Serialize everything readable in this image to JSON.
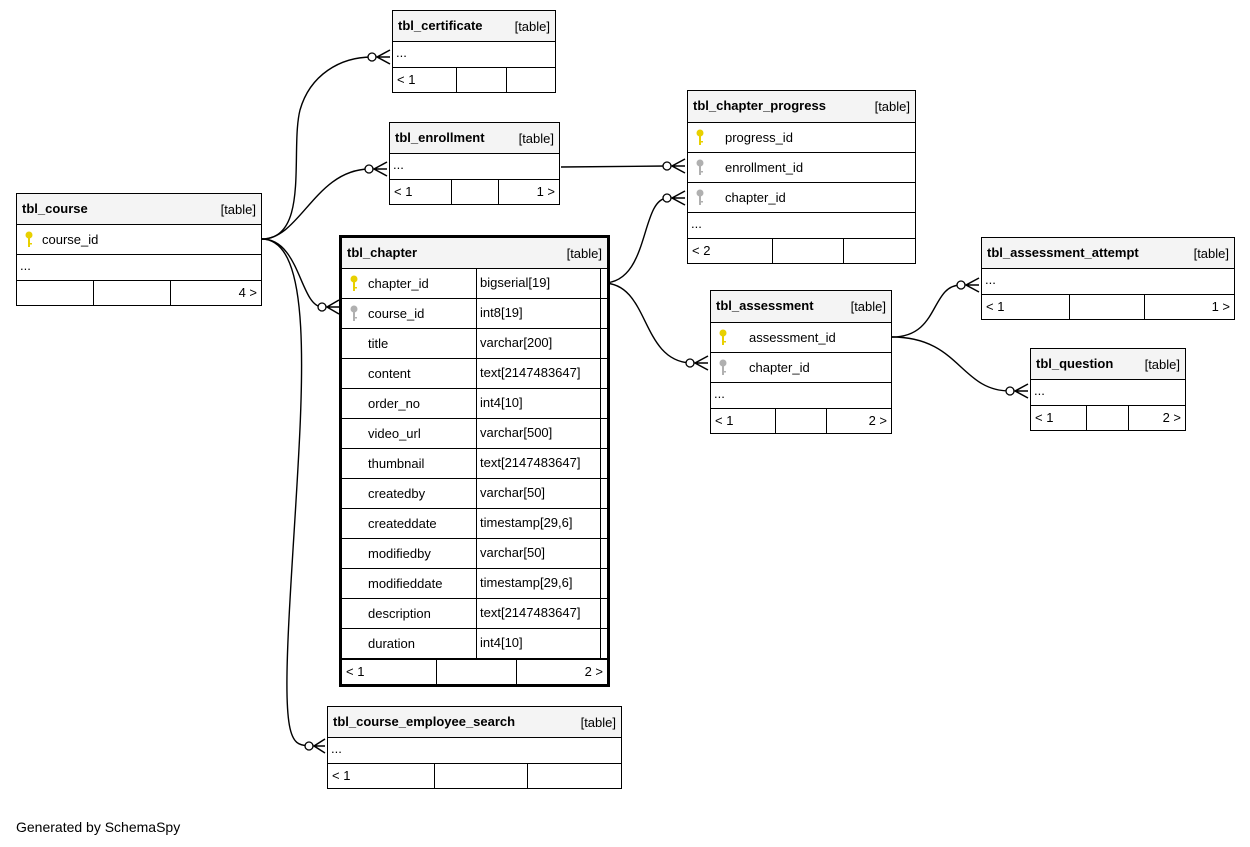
{
  "footer_text": "Generated by SchemaSpy",
  "colors": {
    "pk_key": "#e8d000",
    "fk_key": "#b0b0b0",
    "header_bg": "#f4f4f4"
  },
  "tables": {
    "tbl_certificate": {
      "name": "tbl_certificate",
      "type": "[table]",
      "ellipsis": "...",
      "foot": [
        "< 1",
        "",
        ""
      ]
    },
    "tbl_enrollment": {
      "name": "tbl_enrollment",
      "type": "[table]",
      "ellipsis": "...",
      "foot": [
        "< 1",
        "",
        "1 >"
      ]
    },
    "tbl_course": {
      "name": "tbl_course",
      "type": "[table]",
      "columns": [
        {
          "name": "course_id",
          "key": "pk"
        }
      ],
      "ellipsis": "...",
      "foot": [
        "",
        "",
        "4 >"
      ]
    },
    "tbl_chapter": {
      "name": "tbl_chapter",
      "type": "[table]",
      "columns": [
        {
          "name": "chapter_id",
          "type": "bigserial[19]",
          "key": "pk"
        },
        {
          "name": "course_id",
          "type": "int8[19]",
          "key": "fk"
        },
        {
          "name": "title",
          "type": "varchar[200]"
        },
        {
          "name": "content",
          "type": "text[2147483647]"
        },
        {
          "name": "order_no",
          "type": "int4[10]"
        },
        {
          "name": "video_url",
          "type": "varchar[500]"
        },
        {
          "name": "thumbnail",
          "type": "text[2147483647]"
        },
        {
          "name": "createdby",
          "type": "varchar[50]"
        },
        {
          "name": "createddate",
          "type": "timestamp[29,6]"
        },
        {
          "name": "modifiedby",
          "type": "varchar[50]"
        },
        {
          "name": "modifieddate",
          "type": "timestamp[29,6]"
        },
        {
          "name": "description",
          "type": "text[2147483647]"
        },
        {
          "name": "duration",
          "type": "int4[10]"
        }
      ],
      "foot": [
        "< 1",
        "",
        "2 >"
      ]
    },
    "tbl_chapter_progress": {
      "name": "tbl_chapter_progress",
      "type": "[table]",
      "columns": [
        {
          "name": "progress_id",
          "key": "pk"
        },
        {
          "name": "enrollment_id",
          "key": "fk"
        },
        {
          "name": "chapter_id",
          "key": "fk"
        }
      ],
      "ellipsis": "...",
      "foot": [
        "< 2",
        "",
        ""
      ]
    },
    "tbl_assessment": {
      "name": "tbl_assessment",
      "type": "[table]",
      "columns": [
        {
          "name": "assessment_id",
          "key": "pk"
        },
        {
          "name": "chapter_id",
          "key": "fk"
        }
      ],
      "ellipsis": "...",
      "foot": [
        "< 1",
        "",
        "2 >"
      ]
    },
    "tbl_assessment_attempt": {
      "name": "tbl_assessment_attempt",
      "type": "[table]",
      "ellipsis": "...",
      "foot": [
        "< 1",
        "",
        "1 >"
      ]
    },
    "tbl_question": {
      "name": "tbl_question",
      "type": "[table]",
      "ellipsis": "...",
      "foot": [
        "< 1",
        "",
        "2 >"
      ]
    },
    "tbl_course_employee_search": {
      "name": "tbl_course_employee_search",
      "type": "[table]",
      "ellipsis": "...",
      "foot": [
        "< 1",
        "",
        ""
      ]
    }
  },
  "relationships": [
    {
      "from": "tbl_course",
      "to": "tbl_certificate"
    },
    {
      "from": "tbl_course",
      "to": "tbl_enrollment"
    },
    {
      "from": "tbl_course",
      "to": "tbl_chapter"
    },
    {
      "from": "tbl_course",
      "to": "tbl_course_employee_search"
    },
    {
      "from": "tbl_enrollment",
      "to": "tbl_chapter_progress"
    },
    {
      "from": "tbl_chapter",
      "to": "tbl_chapter_progress"
    },
    {
      "from": "tbl_chapter",
      "to": "tbl_assessment"
    },
    {
      "from": "tbl_assessment",
      "to": "tbl_assessment_attempt"
    },
    {
      "from": "tbl_assessment",
      "to": "tbl_question"
    }
  ]
}
